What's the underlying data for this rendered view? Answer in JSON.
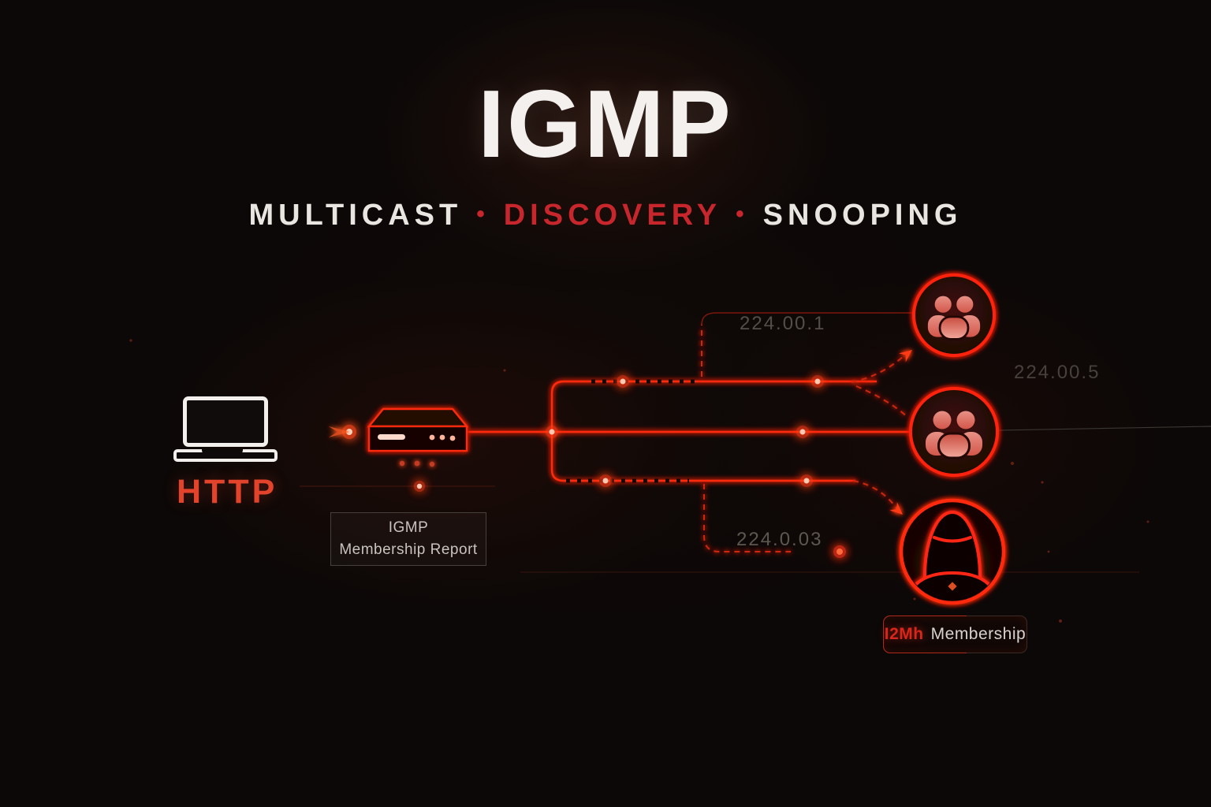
{
  "header": {
    "title": "IGMP",
    "subtitle_words": {
      "first": "MULTICAST",
      "second": "DISCOVERY",
      "third": "SNOOPING"
    },
    "separator": "•"
  },
  "left": {
    "protocol_label": "HTTP"
  },
  "report_box": {
    "line1": "IGMP",
    "line2": "Membership Report"
  },
  "multicast_labels": {
    "group1": "224.00.1",
    "group2": "224.00.5",
    "group3": "224.0.03"
  },
  "membership_badge": {
    "highlight": "I2Mh",
    "label": "Membership"
  },
  "icons": {
    "source_device": "laptop-icon",
    "network_device": "network-switch-icon",
    "receiver_top": "user-group-icon",
    "receiver_middle": "user-group-icon",
    "receiver_bottom": "hacker-icon"
  },
  "colors": {
    "background": "#0b0807",
    "accent_red": "#ff2c10",
    "dim_red": "#6b140a",
    "title_white": "#f3f0ed",
    "subtitle_red": "#c7272c",
    "http_orange": "#e2432a",
    "label_gray": "#544e48"
  }
}
